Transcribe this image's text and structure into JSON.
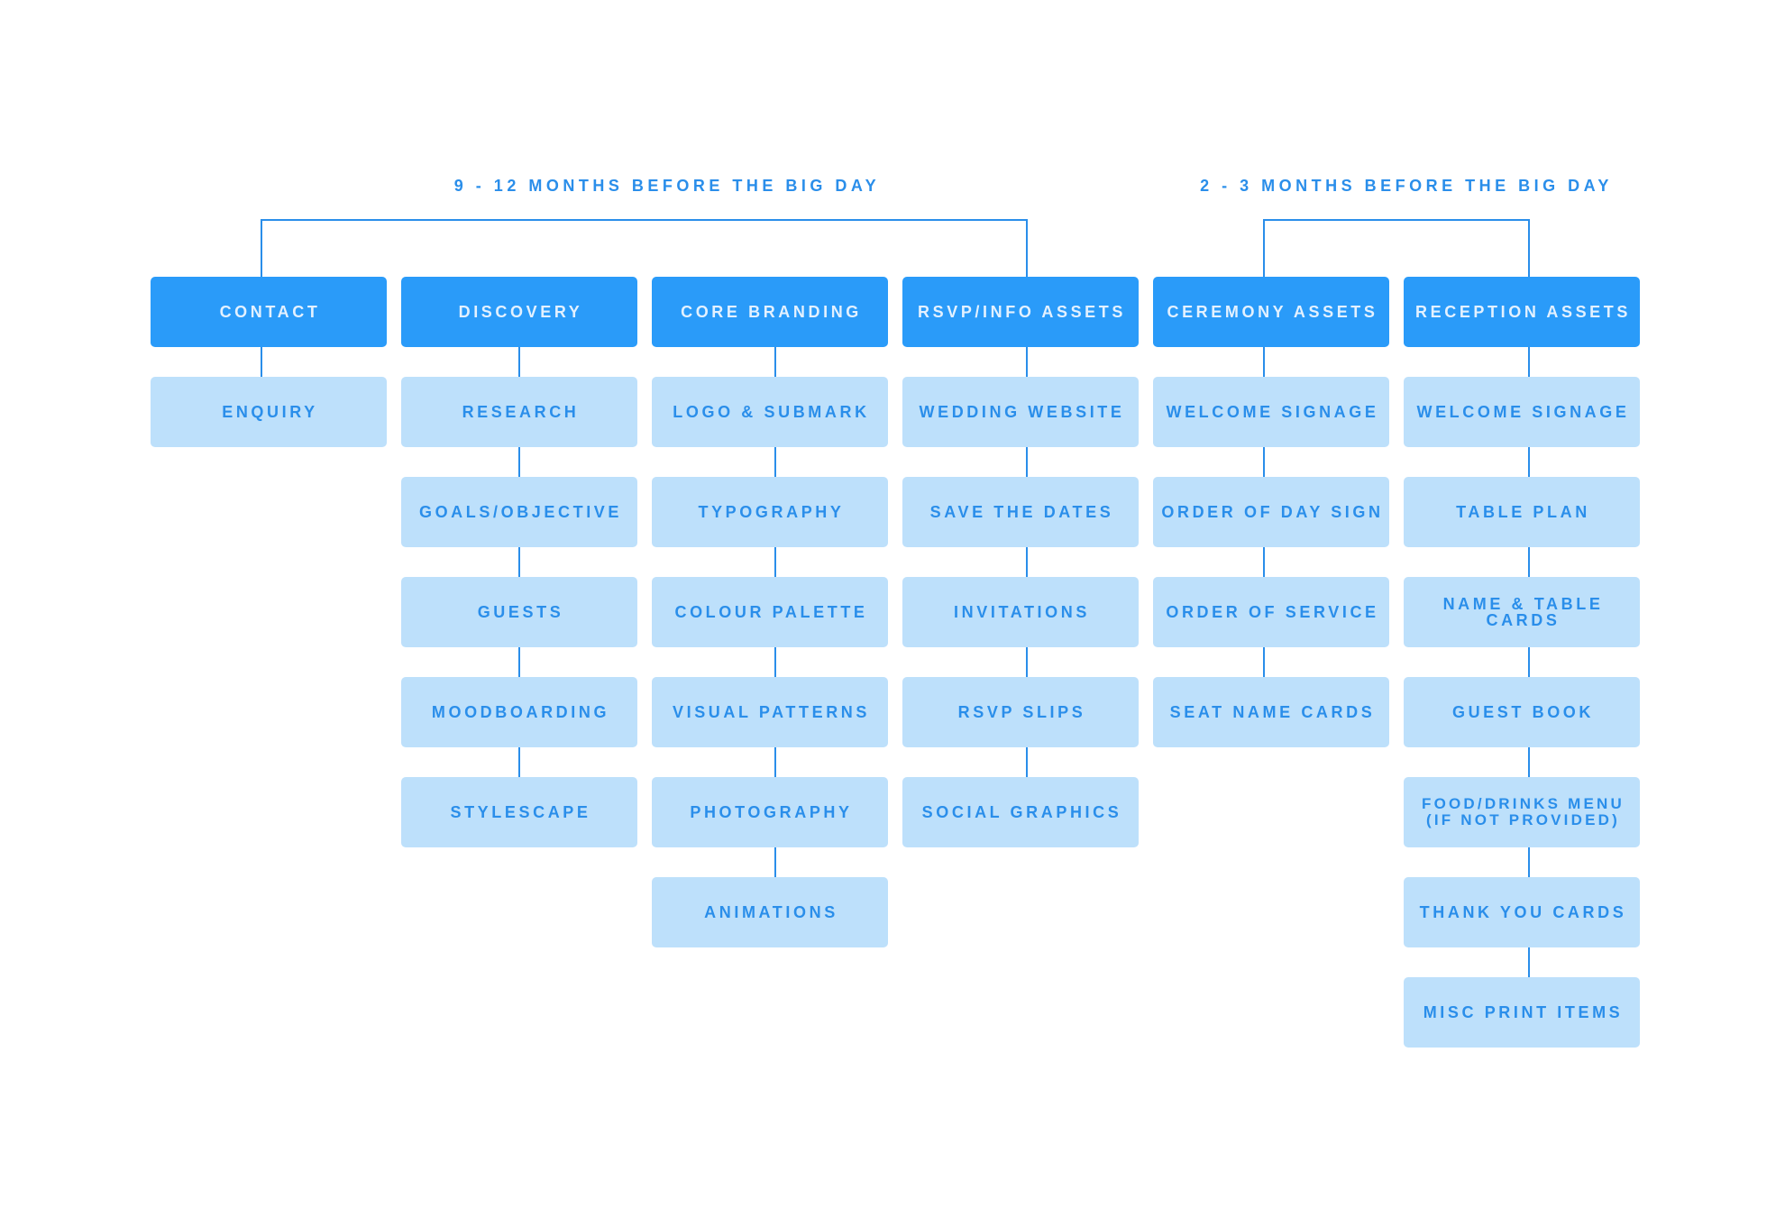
{
  "phases": {
    "early": "9 - 12 MONTHS BEFORE THE BIG DAY",
    "late": "2 - 3 MONTHS BEFORE THE BIG DAY"
  },
  "columns": [
    {
      "header": "CONTACT",
      "items": [
        "ENQUIRY"
      ]
    },
    {
      "header": "DISCOVERY",
      "items": [
        "RESEARCH",
        "GOALS/OBJECTIVE",
        "GUESTS",
        "MOODBOARDING",
        "STYLESCAPE"
      ]
    },
    {
      "header": "CORE BRANDING",
      "items": [
        "LOGO & SUBMARK",
        "TYPOGRAPHY",
        "COLOUR PALETTE",
        "VISUAL PATTERNS",
        "PHOTOGRAPHY",
        "ANIMATIONS"
      ]
    },
    {
      "header": "RSVP/INFO ASSETS",
      "items": [
        "WEDDING WEBSITE",
        "SAVE THE DATES",
        "INVITATIONS",
        "RSVP SLIPS",
        "SOCIAL GRAPHICS"
      ]
    },
    {
      "header": "CEREMONY ASSETS",
      "items": [
        "WELCOME SIGNAGE",
        "ORDER OF DAY SIGN",
        "ORDER OF SERVICE",
        "SEAT NAME CARDS"
      ]
    },
    {
      "header": "RECEPTION ASSETS",
      "items": [
        "WELCOME SIGNAGE",
        "TABLE PLAN",
        "NAME & TABLE CARDS",
        "GUEST BOOK",
        "FOOD/DRINKS MENU\n(IF NOT PROVIDED)",
        "THANK YOU CARDS",
        "MISC PRINT ITEMS"
      ]
    }
  ],
  "colors": {
    "header_fill": "#2a9bf9",
    "header_text": "#e3f1ff",
    "item_fill": "#bde0fb",
    "accent": "#2a8eea"
  }
}
